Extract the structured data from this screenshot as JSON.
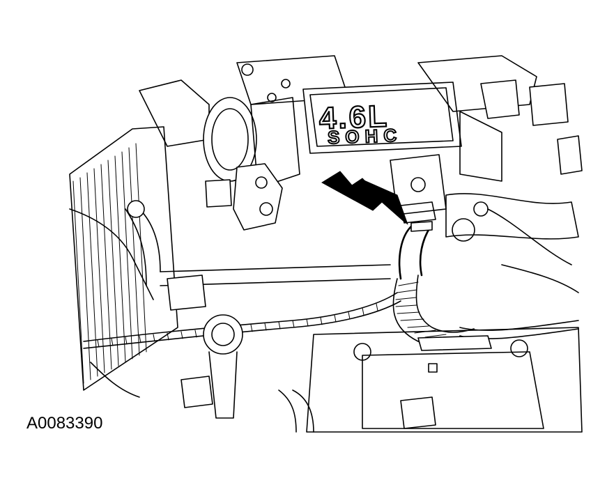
{
  "figure": {
    "id_label": "A0083390",
    "engine_badge_main": "4.6L",
    "engine_badge_sub": "SOHC"
  },
  "colors": {
    "ink": "#000000",
    "paper": "#ffffff"
  },
  "icons": [
    "pointer-arrow-icon"
  ]
}
